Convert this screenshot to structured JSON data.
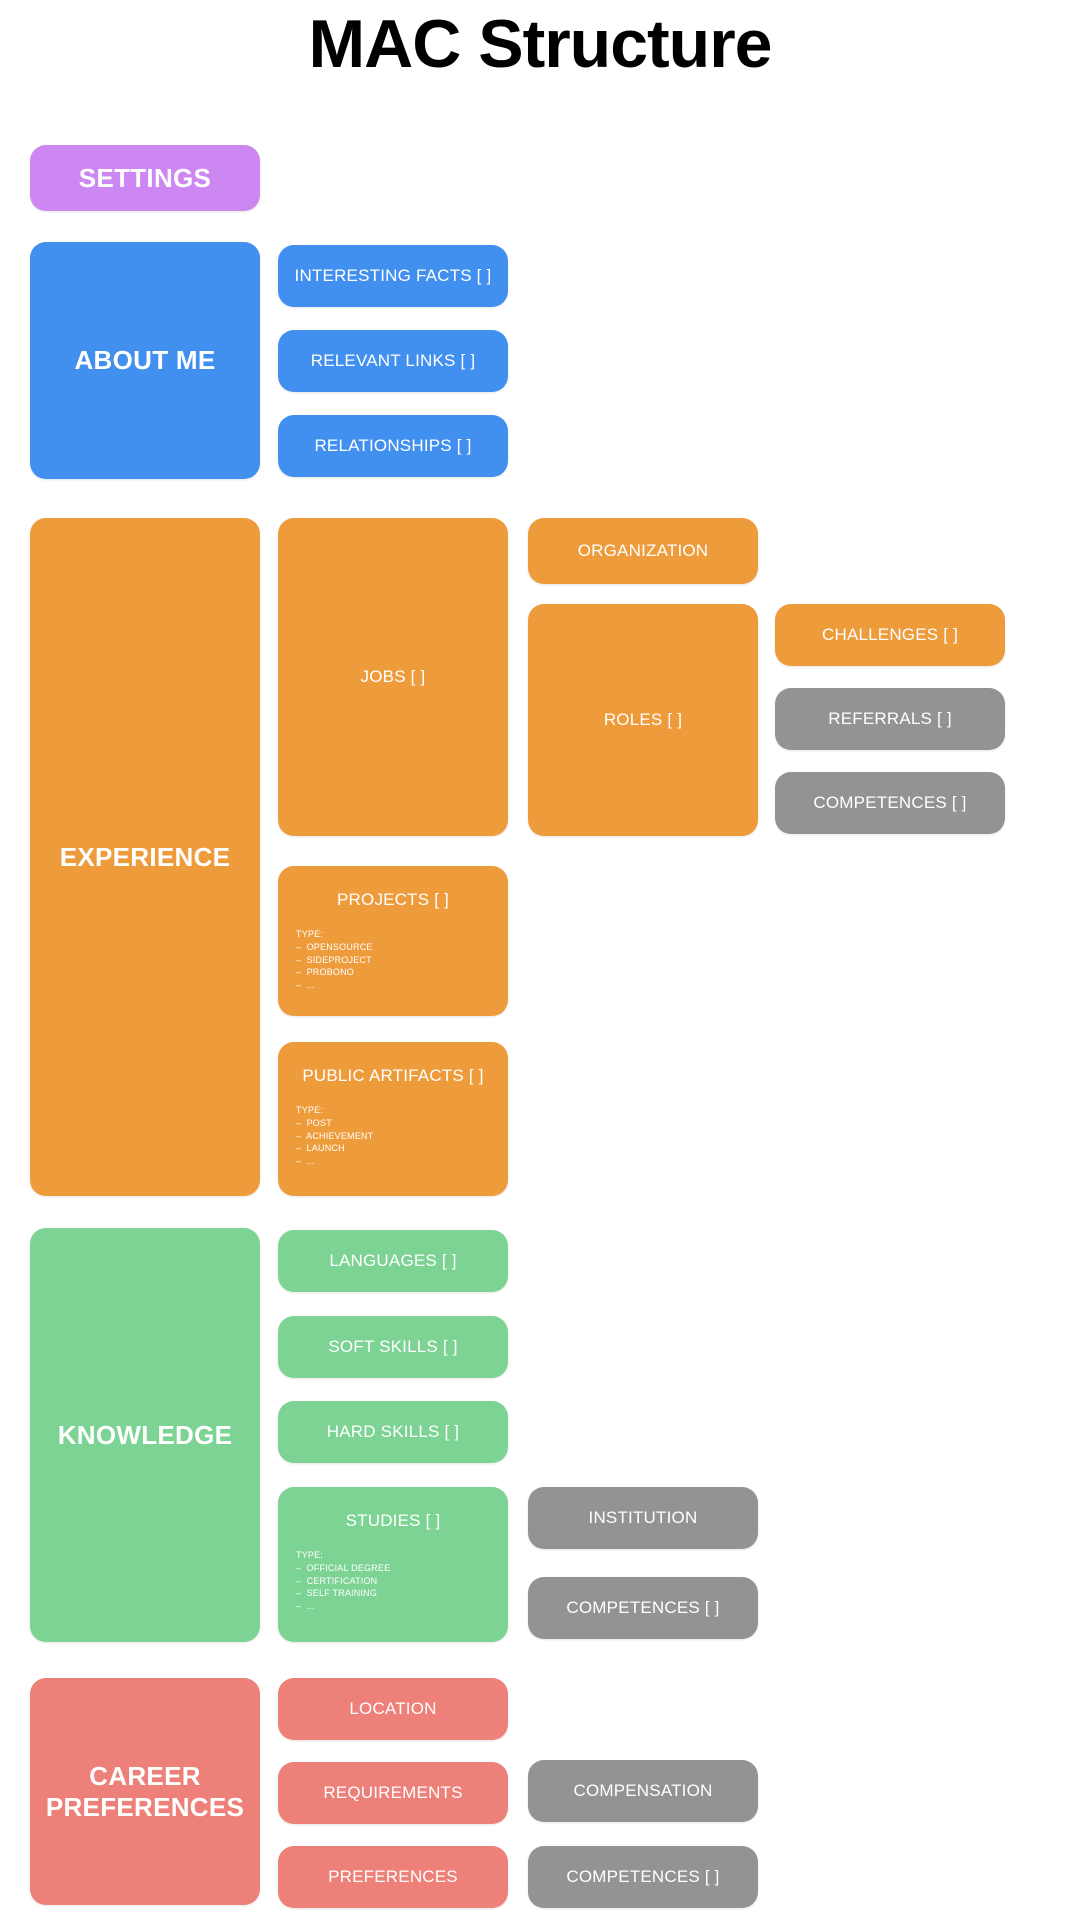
{
  "page": {
    "title": "MAC Structure",
    "background": "#ffffff"
  },
  "colors": {
    "settings": "#cd87f2",
    "about_me": "#4190ef",
    "experience": "#ed9b3b",
    "knowledge": "#7cd394",
    "career_preferences": "#ed8079",
    "shared_entity": "#939393",
    "title_text": "#000000",
    "box_text": "#ffffff"
  },
  "sections": {
    "settings": {
      "label": "SETTINGS"
    },
    "about_me": {
      "label": "ABOUT ME",
      "children": [
        {
          "label": "INTERESTING FACTS [ ]"
        },
        {
          "label": "RELEVANT LINKS [ ]"
        },
        {
          "label": "RELATIONSHIPS [ ]"
        }
      ]
    },
    "experience": {
      "label": "EXPERIENCE",
      "jobs": {
        "label": "JOBS [ ]"
      },
      "organization": {
        "label": "ORGANIZATION"
      },
      "roles": {
        "label": "ROLES [ ]"
      },
      "challenges": {
        "label": "CHALLENGES [ ]"
      },
      "referrals": {
        "label": "REFERRALS [ ]"
      },
      "competences": {
        "label": "COMPETENCES [ ]"
      },
      "projects": {
        "label": "PROJECTS [ ]",
        "type_heading": "TYPE:",
        "types": [
          "–  OPENSOURCE",
          "–  SIDEPROJECT",
          "–  PROBONO",
          "–  ..."
        ]
      },
      "public_artifacts": {
        "label": "PUBLIC ARTIFACTS [ ]",
        "type_heading": "TYPE:",
        "types": [
          "–  POST",
          "–  ACHIEVEMENT",
          "–  LAUNCH",
          "–  ..."
        ]
      }
    },
    "knowledge": {
      "label": "KNOWLEDGE",
      "languages": {
        "label": "LANGUAGES [ ]"
      },
      "soft_skills": {
        "label": "SOFT SKILLS [ ]"
      },
      "hard_skills": {
        "label": "HARD SKILLS [ ]"
      },
      "studies": {
        "label": "STUDIES [ ]",
        "type_heading": "TYPE:",
        "types": [
          "–  OFFICIAL DEGREE",
          "–  CERTIFICATION",
          "–  SELF TRAINING",
          "–  ..."
        ]
      },
      "institution": {
        "label": "INSTITUTION"
      },
      "competences": {
        "label": "COMPETENCES [ ]"
      }
    },
    "career_preferences": {
      "label": "CAREER PREFERENCES",
      "location": {
        "label": "LOCATION"
      },
      "requirements": {
        "label": "REQUIREMENTS"
      },
      "preferences": {
        "label": "PREFERENCES"
      },
      "compensation": {
        "label": "COMPENSATION"
      },
      "competences": {
        "label": "COMPETENCES [ ]"
      }
    }
  }
}
